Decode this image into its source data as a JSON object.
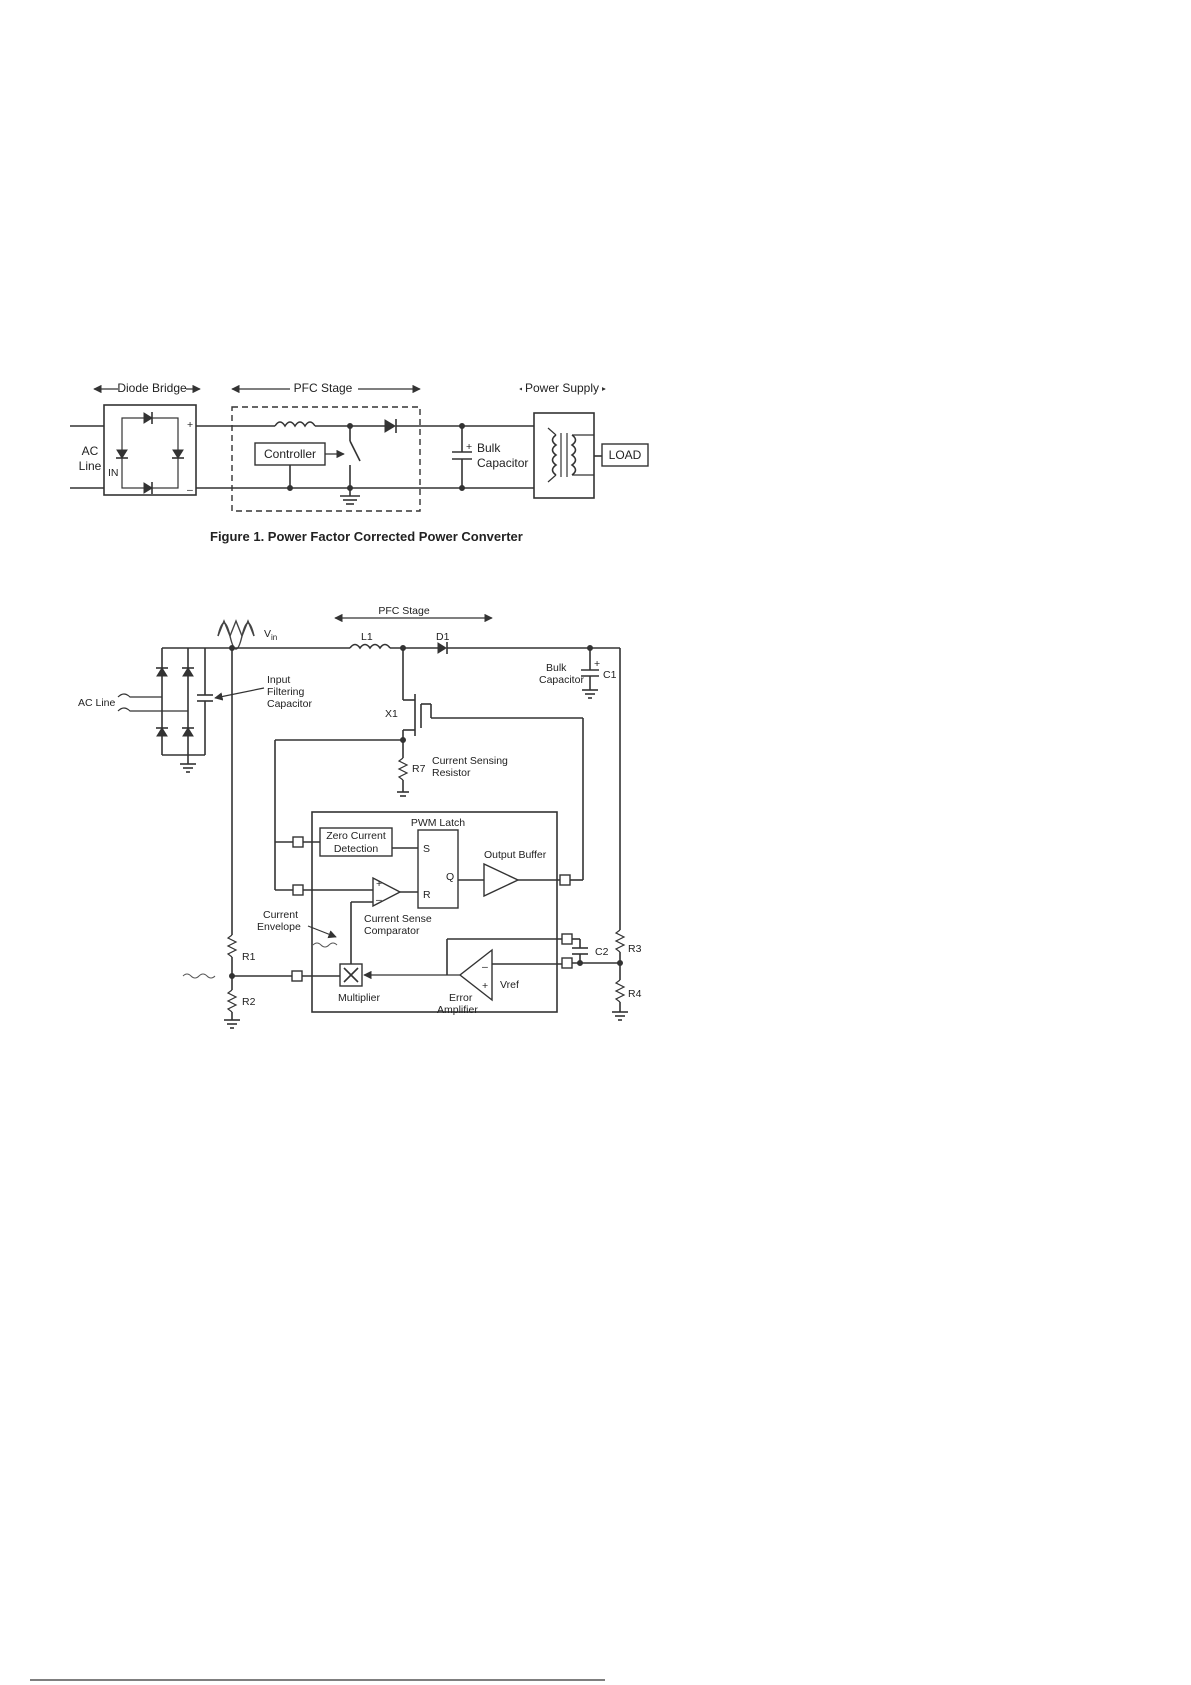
{
  "figure1": {
    "caption": "Figure 1. Power Factor Corrected Power Converter",
    "sections": {
      "diode_bridge": "Diode Bridge",
      "pfc_stage": "PFC Stage",
      "power_supply": "Power Supply"
    },
    "labels": {
      "ac": "AC",
      "line": "Line",
      "in": "IN",
      "plus": "+",
      "minus": "–",
      "controller": "Controller",
      "bulk": "Bulk",
      "capacitor": "Capacitor",
      "cap_plus": "+",
      "load": "LOAD"
    }
  },
  "figure2": {
    "title": "PFC Stage",
    "labels": {
      "vin": "V",
      "vin_sub": "in",
      "l1": "L1",
      "d1": "D1",
      "bulk": "Bulk",
      "capacitor": "Capacitor",
      "c1": "C1",
      "c1_plus": "+",
      "ac_line": "AC Line",
      "input": "Input",
      "filtering": "Filtering",
      "capacitor2": "Capacitor",
      "x1": "X1",
      "r7": "R7",
      "current_sensing": "Current Sensing",
      "resistor": "Resistor",
      "zero_current": "Zero Current",
      "detection": "Detection",
      "pwm_latch": "PWM Latch",
      "s": "S",
      "r": "R",
      "q": "Q",
      "output_buffer": "Output Buffer",
      "current": "Current",
      "envelope": "Envelope",
      "current_sense": "Current Sense",
      "comparator": "Comparator",
      "r1": "R1",
      "r2": "R2",
      "r3": "R3",
      "r4": "R4",
      "c2": "C2",
      "multiplier": "Multiplier",
      "error": "Error",
      "amplifier": "Amplifier",
      "vref": "Vref",
      "plus": "+",
      "minus": "–"
    }
  }
}
